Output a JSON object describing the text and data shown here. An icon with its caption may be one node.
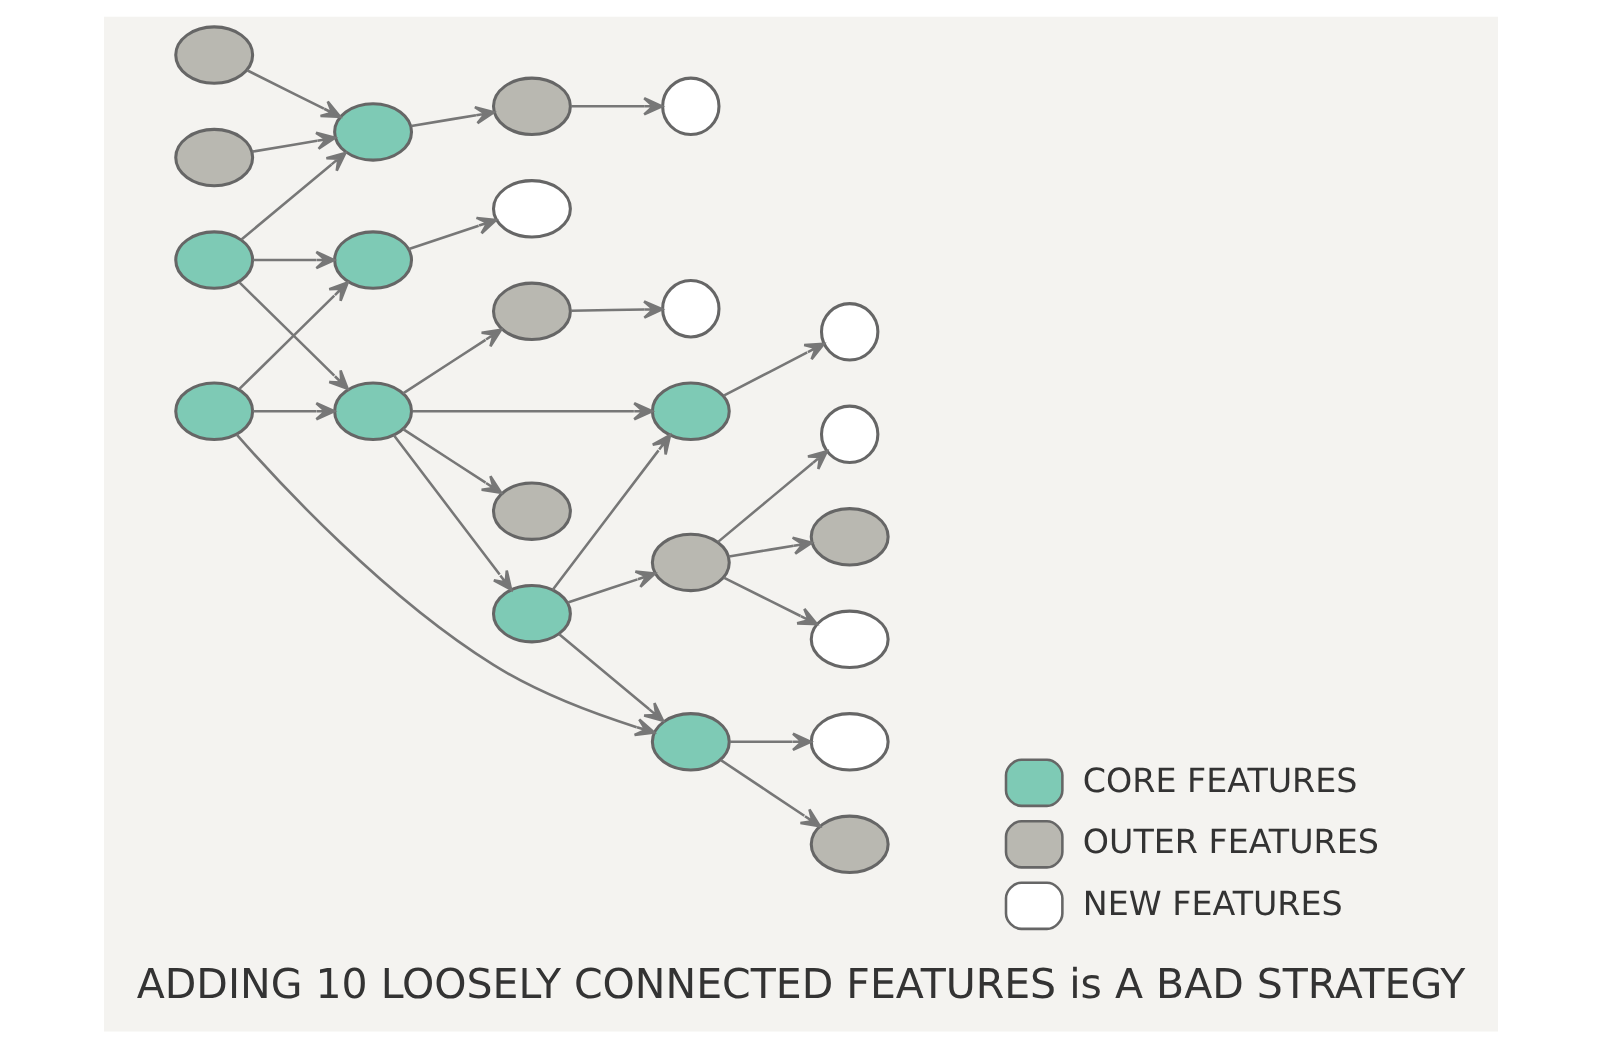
{
  "diagram": {
    "caption": "ADDING 10 LOOSELY CONNECTED FEATURES is A BAD STRATEGY",
    "nodes": [
      {
        "text": [],
        "shape": "circle"
      },
      {
        "text": [],
        "shape": "ellipse"
      },
      {
        "text": [],
        "shape": "ellipse"
      },
      {
        "text": [],
        "shape": "ellipse"
      },
      {
        "text": [],
        "shape": "ellipse"
      },
      {
        "text": [],
        "shape": "ellipse"
      },
      {
        "text": [],
        "shape": "ellipse"
      },
      {
        "text": [],
        "shape": "ellipse"
      },
      {
        "text": [],
        "shape": "ellipse"
      },
      {
        "text": [],
        "shape": "ellipse"
      },
      {
        "text": [],
        "shape": "ellipse"
      },
      {
        "text": [],
        "shape": "ellipse"
      },
      {
        "text": [],
        "shape": "ellipse"
      },
      {
        "text": [],
        "shape": "ellipse"
      },
      {
        "text": [],
        "shape": "ellipse"
      },
      {
        "text": [],
        "shape": "ellipse"
      },
      {
        "text": [],
        "shape": "circle"
      },
      {
        "text": [],
        "shape": "ellipse"
      },
      {
        "text": [],
        "shape": "circle"
      },
      {
        "text": [],
        "shape": "ellipse"
      },
      {
        "text": [],
        "shape": "ellipse"
      },
      {
        "text": [],
        "shape": "ellipse"
      },
      {
        "text": [],
        "shape": "circle"
      }
    ],
    "edges": [
      {
        "from": 1,
        "to": 0,
        "arrow": "to"
      },
      {
        "from": 6,
        "to": 1,
        "arrow": "to"
      },
      {
        "from": 8,
        "to": 6,
        "arrow": "to"
      },
      {
        "from": 17,
        "to": 6,
        "arrow": "to"
      },
      {
        "from": 10,
        "to": 6,
        "arrow": "to"
      },
      {
        "from": 10,
        "to": 7,
        "arrow": "to"
      },
      {
        "from": 10,
        "to": 14,
        "arrow": "to"
      },
      {
        "from": 11,
        "to": 7,
        "arrow": "to"
      },
      {
        "from": 11,
        "to": 5,
        "arrow": "to"
      },
      {
        "from": 11,
        "to": 14,
        "arrow": "to"
      },
      {
        "from": 7,
        "to": 2,
        "arrow": "to"
      },
      {
        "from": 5,
        "to": 3,
        "arrow": "to"
      },
      {
        "from": 5,
        "to": 4,
        "arrow": "to"
      },
      {
        "from": 9,
        "to": 5,
        "arrow": "to"
      },
      {
        "from": 14,
        "to": 9,
        "arrow": "to"
      },
      {
        "from": 14,
        "to": 15,
        "arrow": "to"
      },
      {
        "from": 14,
        "to": 20,
        "arrow": "to"
      },
      {
        "from": 14,
        "to": 21,
        "arrow": "to"
      },
      {
        "from": 9,
        "to": 15,
        "arrow": "to"
      },
      {
        "from": 9,
        "to": 13,
        "arrow": "to"
      },
      {
        "from": 13,
        "to": 12,
        "arrow": "to"
      },
      {
        "from": 13,
        "to": 16,
        "arrow": "to"
      },
      {
        "from": 13,
        "to": 19,
        "arrow": "to"
      },
      {
        "from": 15,
        "to": 18,
        "arrow": "to"
      },
      {
        "from": 20,
        "to": 22,
        "arrow": "to"
      }
    ],
    "legend": [
      {
        "text": "CORE FEATURES",
        "color": "#7ecab5"
      },
      {
        "text": "OUTER FEATURES",
        "color": "#b9b8b1"
      },
      {
        "text": "NEW FEATURES",
        "color": "#ffffff"
      }
    ]
  }
}
